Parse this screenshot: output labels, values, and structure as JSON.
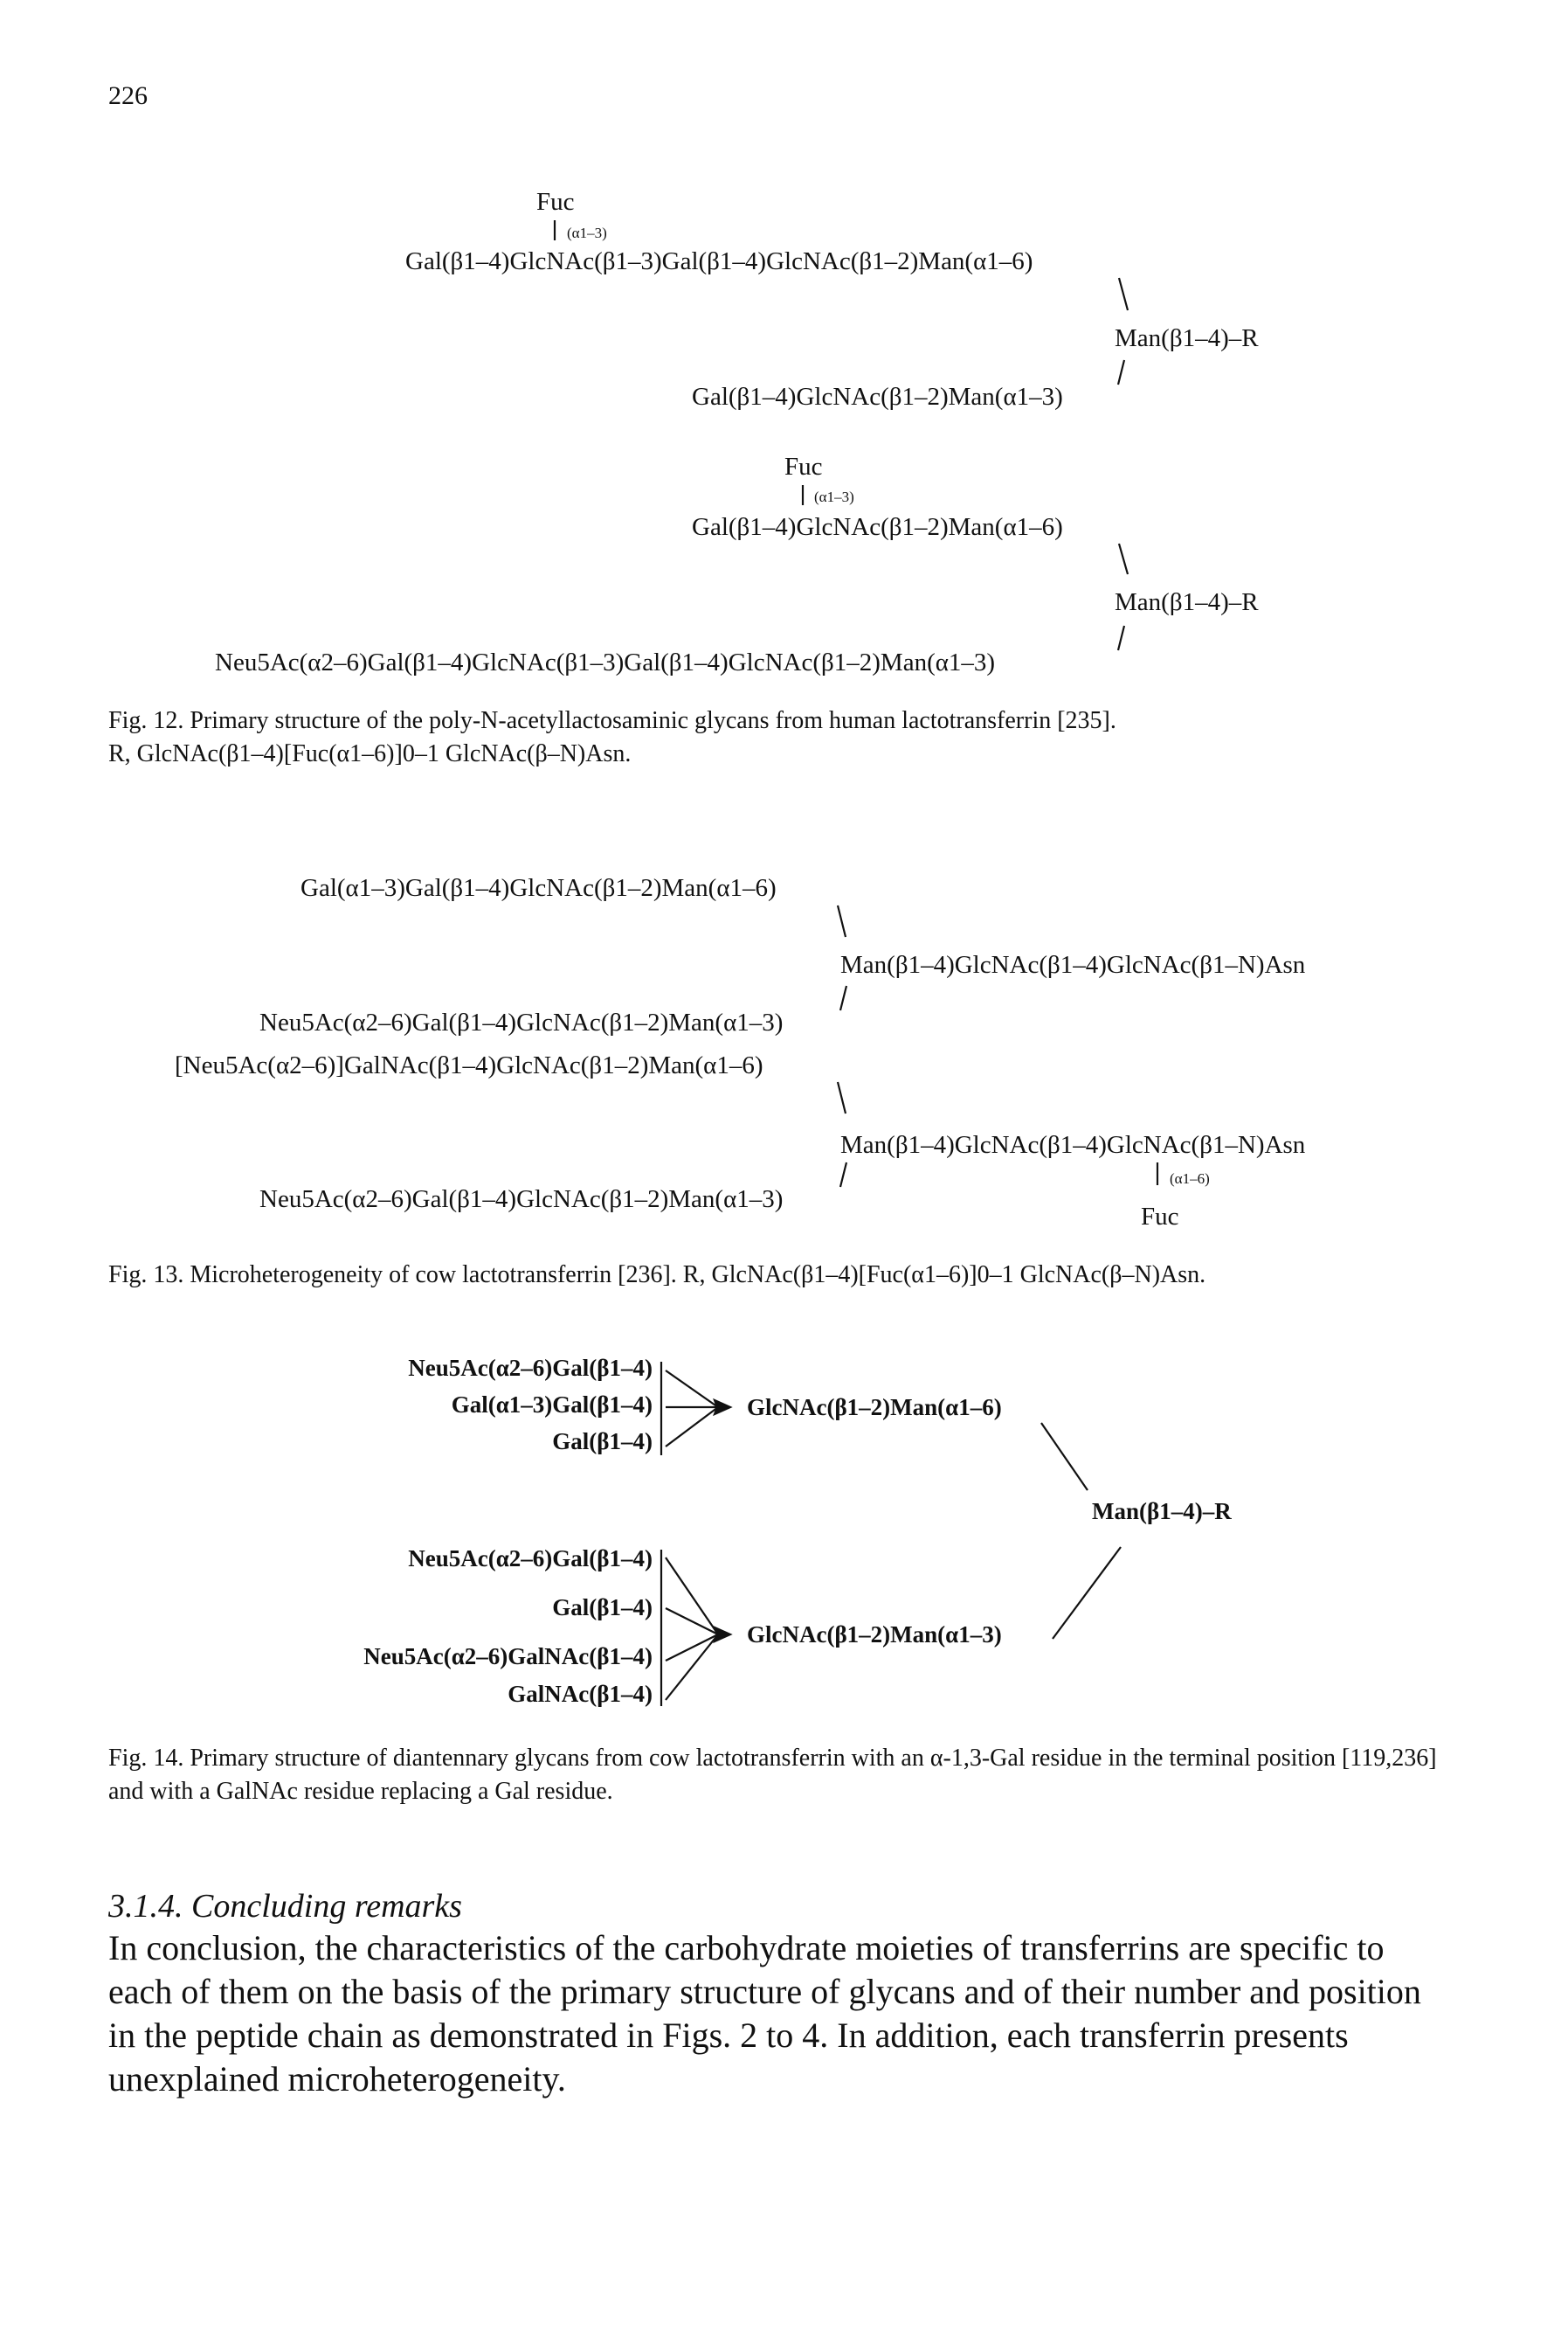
{
  "page": {
    "number": "226"
  },
  "fig12": {
    "s1": {
      "fuc": "Fuc",
      "link": "(α1–3)",
      "top_chain": "Gal(β1–4)GlcNAc(β1–3)Gal(β1–4)GlcNAc(β1–2)Man(α1–6)",
      "core": "Man(β1–4)–R",
      "bottom_chain": "Gal(β1–4)GlcNAc(β1–2)Man(α1–3)"
    },
    "s2": {
      "fuc": "Fuc",
      "link": "(α1–3)",
      "top_chain": "Gal(β1–4)GlcNAc(β1–2)Man(α1–6)",
      "core": "Man(β1–4)–R",
      "bottom_chain": "Neu5Ac(α2–6)Gal(β1–4)GlcNAc(β1–3)Gal(β1–4)GlcNAc(β1–2)Man(α1–3)"
    },
    "caption_line1": "Fig. 12. Primary structure of the poly-N-acetyllactosaminic glycans from human lactotransferrin [235].",
    "caption_line2": "R, GlcNAc(β1–4)[Fuc(α1–6)]0–1 GlcNAc(β–N)Asn."
  },
  "fig13": {
    "s1": {
      "top_chain": "Gal(α1–3)Gal(β1–4)GlcNAc(β1–2)Man(α1–6)",
      "core": "Man(β1–4)GlcNAc(β1–4)GlcNAc(β1–N)Asn",
      "bottom_chain": "Neu5Ac(α2–6)Gal(β1–4)GlcNAc(β1–2)Man(α1–3)"
    },
    "s2": {
      "top_chain": "[Neu5Ac(α2–6)]GalNAc(β1–4)GlcNAc(β1–2)Man(α1–6)",
      "core": "Man(β1–4)GlcNAc(β1–4)GlcNAc(β1–N)Asn",
      "bottom_chain": "Neu5Ac(α2–6)Gal(β1–4)GlcNAc(β1–2)Man(α1–3)",
      "link": "(α1–6)",
      "fuc": "Fuc"
    },
    "caption": "Fig. 13. Microheterogeneity of cow lactotransferrin [236]. R, GlcNAc(β1–4)[Fuc(α1–6)]0–1 GlcNAc(β–N)Asn."
  },
  "fig14": {
    "upper_group": [
      "Neu5Ac(α2–6)Gal(β1–4)",
      "Gal(α1–3)Gal(β1–4)",
      "Gal(β1–4)"
    ],
    "upper_target": "GlcNAc(β1–2)Man(α1–6)",
    "core": "Man(β1–4)–R",
    "lower_group": [
      "Neu5Ac(α2–6)Gal(β1–4)",
      "Gal(β1–4)",
      "Neu5Ac(α2–6)GalNAc(β1–4)",
      "GalNAc(β1–4)"
    ],
    "lower_target": "GlcNAc(β1–2)Man(α1–3)",
    "caption": "Fig. 14. Primary structure of diantennary glycans from cow lactotransferrin with an α-1,3-Gal residue in the terminal position [119,236] and with a GalNAc residue replacing a Gal residue."
  },
  "section": {
    "heading": "3.1.4. Concluding remarks",
    "paragraph": "In conclusion, the characteristics of the carbohydrate moieties of transferrins are specific to each of them on the basis of the primary structure of glycans and of their number and position in the peptide chain as demonstrated in Figs. 2 to 4. In addition, each transferrin presents unexplained microheterogeneity."
  }
}
